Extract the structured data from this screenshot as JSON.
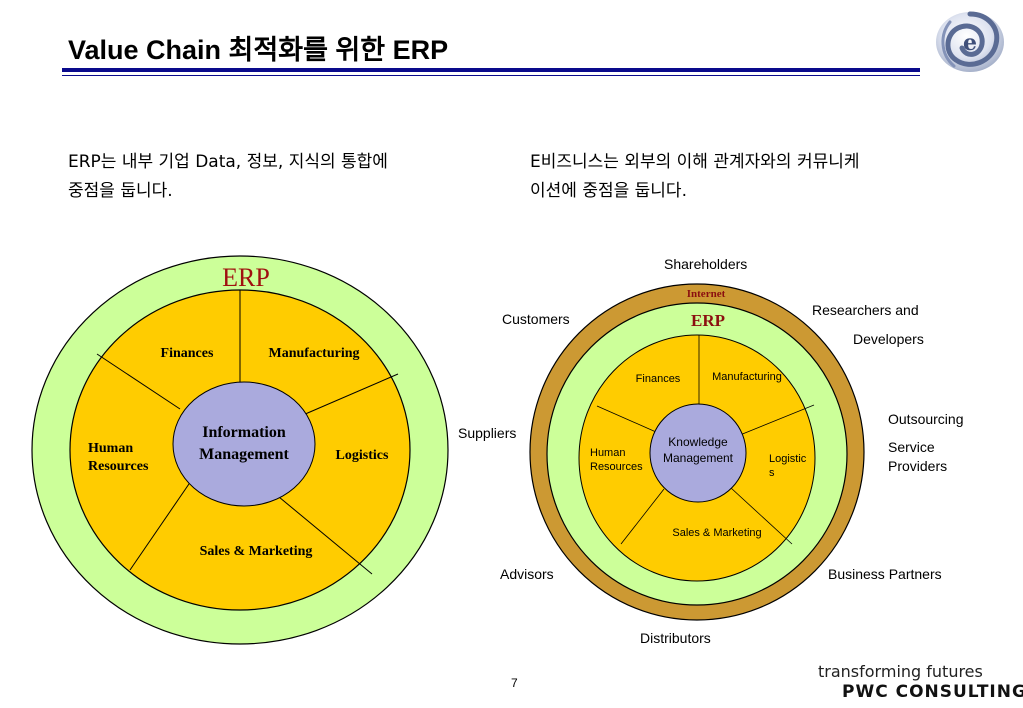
{
  "header": {
    "title": "Value Chain 최적화를 위한 ERP"
  },
  "left_caption": {
    "line1": "ERP는 내부 기업 Data, 정보, 지식의 통합에",
    "line2": "중점을 둡니다."
  },
  "right_caption": {
    "line1": "E비즈니스는 외부의 이해 관계자와의 커뮤니케",
    "line2": "이션에 중점을 둡니다."
  },
  "erp_diagram": {
    "ring_label": "ERP",
    "hub_line1": "Information",
    "hub_line2": "Management",
    "segments": {
      "finances": "Finances",
      "manufacturing": "Manufacturing",
      "logistics": "Logistics",
      "sales": "Sales & Marketing",
      "hr_line1": "Human",
      "hr_line2": "Resources"
    }
  },
  "ebiz_diagram": {
    "outer_ring_label": "Internet",
    "ring_label": "ERP",
    "hub_line1": "Knowledge",
    "hub_line2": "Management",
    "segments": {
      "finances": "Finances",
      "manufacturing": "Manufacturing",
      "logistics_line1": "Logistic",
      "logistics_line2": "s",
      "sales": "Sales & Marketing",
      "hr_line1": "Human",
      "hr_line2": "Resources"
    },
    "stakeholders": {
      "shareholders": "Shareholders",
      "customers": "Customers",
      "researchers_line1": "Researchers and",
      "researchers_line2": "Developers",
      "outsourcing_line1": "Outsourcing",
      "outsourcing_line2": "Service",
      "outsourcing_line3": "Providers",
      "suppliers": "Suppliers",
      "advisors": "Advisors",
      "business_partners": "Business Partners",
      "distributors": "Distributors"
    }
  },
  "footer": {
    "page_number": "7",
    "tagline": "transforming futures",
    "company": "PWC CONSULTING"
  },
  "colors": {
    "outer_green": "#ccff99",
    "segment_gold": "#ffcc00",
    "hub_lavender": "#aaaadd",
    "internet_ring": "#cc9933",
    "title_rule": "#0a0a8c",
    "erp_label_red": "#a01010",
    "erp_label_dark_red": "#8b1010"
  }
}
